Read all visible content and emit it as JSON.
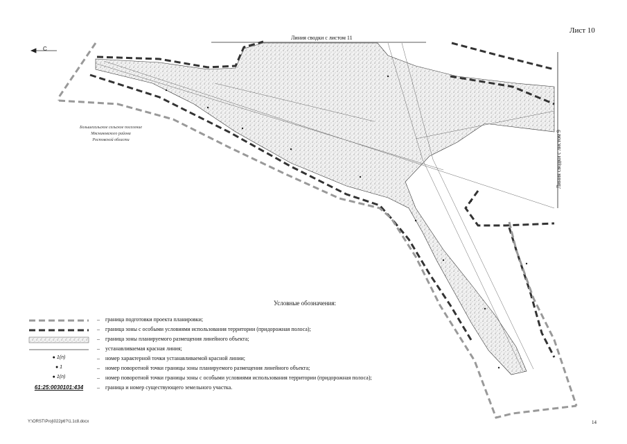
{
  "sheet": {
    "label": "Лист 10",
    "page_number": "14"
  },
  "match_lines": {
    "top": "Линия сводки с листом 11",
    "right": "Линия сводки с листом 9"
  },
  "map": {
    "settlement_label": [
      "Большесальское сельское поселение",
      "Мясниковского района",
      "Ростовской области"
    ],
    "north_letter": "С"
  },
  "legend": {
    "title": "Условные обозначения:",
    "dash": "–",
    "items": [
      {
        "symbol": "grey-dashed-line",
        "text": "граница подготовки проекта планировки;"
      },
      {
        "symbol": "dark-dashed-line",
        "text": "граница зоны с особыми условиями использования территории (придорожная полоса);"
      },
      {
        "symbol": "stippled-band",
        "text": "граница зоны планируемого размещения линейного объекта;"
      },
      {
        "symbol": "thin-line",
        "text": "устанавливаемая красная линия;"
      },
      {
        "symbol": "point-red-line",
        "symbol_text": "1(n)",
        "text": "номер характерной точки устанавливаемой красной линии;"
      },
      {
        "symbol": "point-zone",
        "symbol_text": "1",
        "text": "номер поворотной точки границы зоны планируемого размещения линейного объекта;"
      },
      {
        "symbol": "point-buffer",
        "symbol_text": "1(n)",
        "text": "номер поворотной точки границы зоны с особыми условиями использования территории (придорожная полоса);"
      },
      {
        "symbol": "parcel",
        "symbol_text": "61:25:0030101:434",
        "text": "граница и номер существующего земельного участка."
      }
    ]
  },
  "footer": {
    "file_path": "Y:\\ORST\\Proj\\022p6?\\1.1c8.docx"
  }
}
